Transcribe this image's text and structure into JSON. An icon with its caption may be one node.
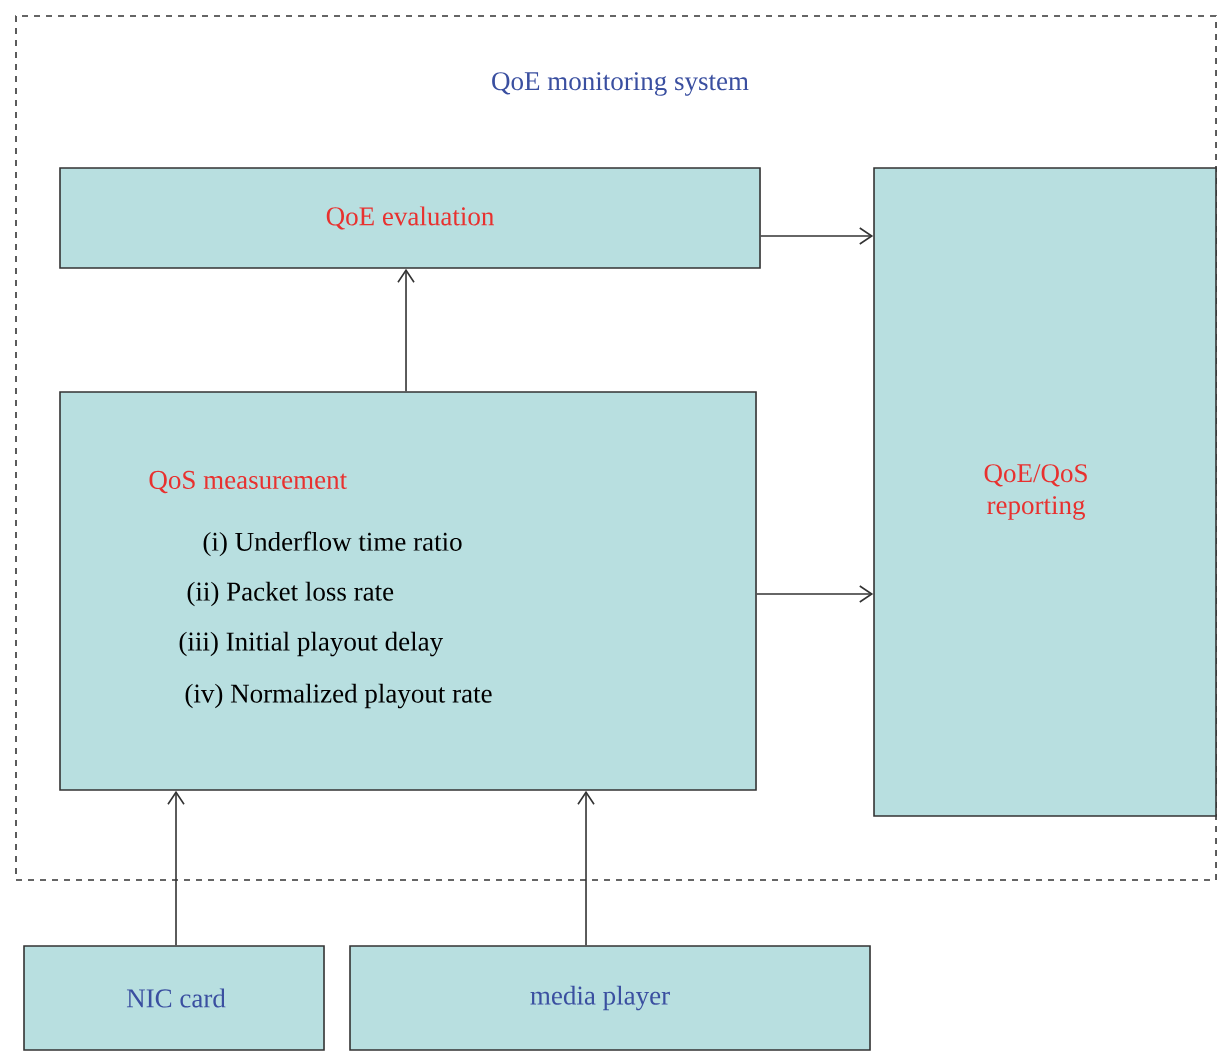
{
  "diagram": {
    "nodes": [
      {
        "text": [
          "QoE monitoring system"
        ]
      },
      {
        "text": [
          "QoE evaluation"
        ],
        "in": 0
      },
      {
        "text": [
          "QoS measurement",
          "(i) Underflow time ratio",
          "(ii) Packet loss rate",
          "(iii) Initial playout delay",
          "(iv) Normalized playout rate"
        ],
        "in": 0
      },
      {
        "text": [
          "QoE/QoS reporting"
        ],
        "in": 0
      },
      {
        "text": [
          "NIC card"
        ]
      },
      {
        "text": [
          "media player"
        ]
      }
    ],
    "edges": [
      {
        "from": 2,
        "to": 1,
        "arrow": "to"
      },
      {
        "from": 1,
        "to": 3,
        "arrow": "to"
      },
      {
        "from": 2,
        "to": 3,
        "arrow": "to"
      },
      {
        "from": 4,
        "to": 2,
        "arrow": "to"
      },
      {
        "from": 5,
        "to": 2,
        "arrow": "to"
      }
    ]
  }
}
